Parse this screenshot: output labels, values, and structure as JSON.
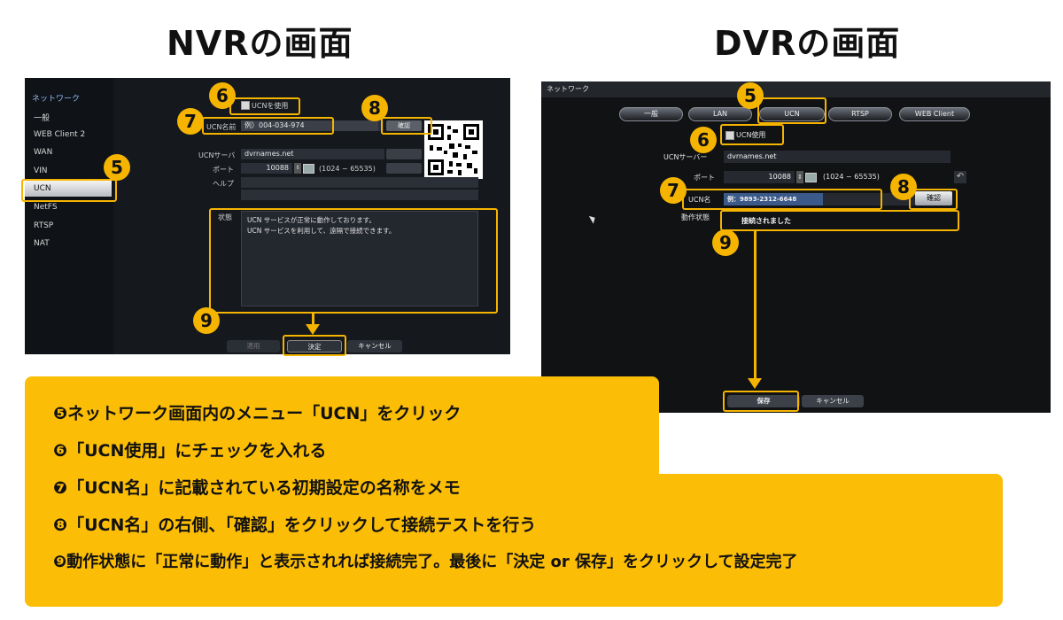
{
  "headings": {
    "nvr": "NVRの画面",
    "dvr": "DVRの画面"
  },
  "colors": {
    "accent": "#f5b400",
    "instruction_bg": "#fbbd05",
    "panel_bg": "#15181d"
  },
  "nvr": {
    "sidebar_title": "ネットワーク",
    "sidebar_items": [
      "一般",
      "WEB Client 2",
      "WAN",
      "VIN",
      "UCN",
      "NetFS",
      "RTSP",
      "NAT"
    ],
    "active_item": "UCN",
    "ucn_checkbox": "UCNを使用",
    "ucn_name_label": "UCN名前",
    "ucn_name_value": "例）004-034-974",
    "confirm_button": "確認",
    "server_label": "UCNサーバ",
    "server_value": "dvrnames.net",
    "port_label": "ポート",
    "port_value": "10088",
    "port_range": "(1024 ~ 65535)",
    "help_label": "ヘルプ",
    "status_label": "状態",
    "status_lines": [
      "UCN サービスが正常に動作しております。",
      "UCN サービスを利用して、遠隔で接続できます。"
    ],
    "footer_buttons": {
      "apply": "適用",
      "ok": "決定",
      "cancel": "キャンセル"
    }
  },
  "dvr": {
    "title": "ネットワーク",
    "tabs": [
      "一般",
      "LAN",
      "UCN",
      "RTSP",
      "WEB Client"
    ],
    "active_tab": "UCN",
    "ucn_checkbox": "UCN使用",
    "server_label": "UCNサーバー",
    "server_value": "dvrnames.net",
    "port_label": "ポート",
    "port_value": "10088",
    "port_range": "(1024 ~ 65535)",
    "ucn_name_label": "UCN名",
    "ucn_name_value": "例：9893-2312-6648",
    "confirm_button": "確認",
    "status_label": "動作状態",
    "status_value": "接続されました",
    "save_button": "保存",
    "cancel_button": "キャンセル"
  },
  "markers": [
    "5",
    "6",
    "7",
    "8",
    "9"
  ],
  "instructions": [
    "❺ネットワーク画面内のメニュー「UCN」をクリック",
    "❻「UCN使用」にチェックを入れる",
    "❼「UCN名」に記載されている初期設定の名称をメモ",
    "❽「UCN名」の右側、「確認」をクリックして接続テストを行う",
    "❾動作状態に「正常に動作」と表示されれば接続完了。最後に「決定 or 保存」をクリックして設定完了"
  ]
}
